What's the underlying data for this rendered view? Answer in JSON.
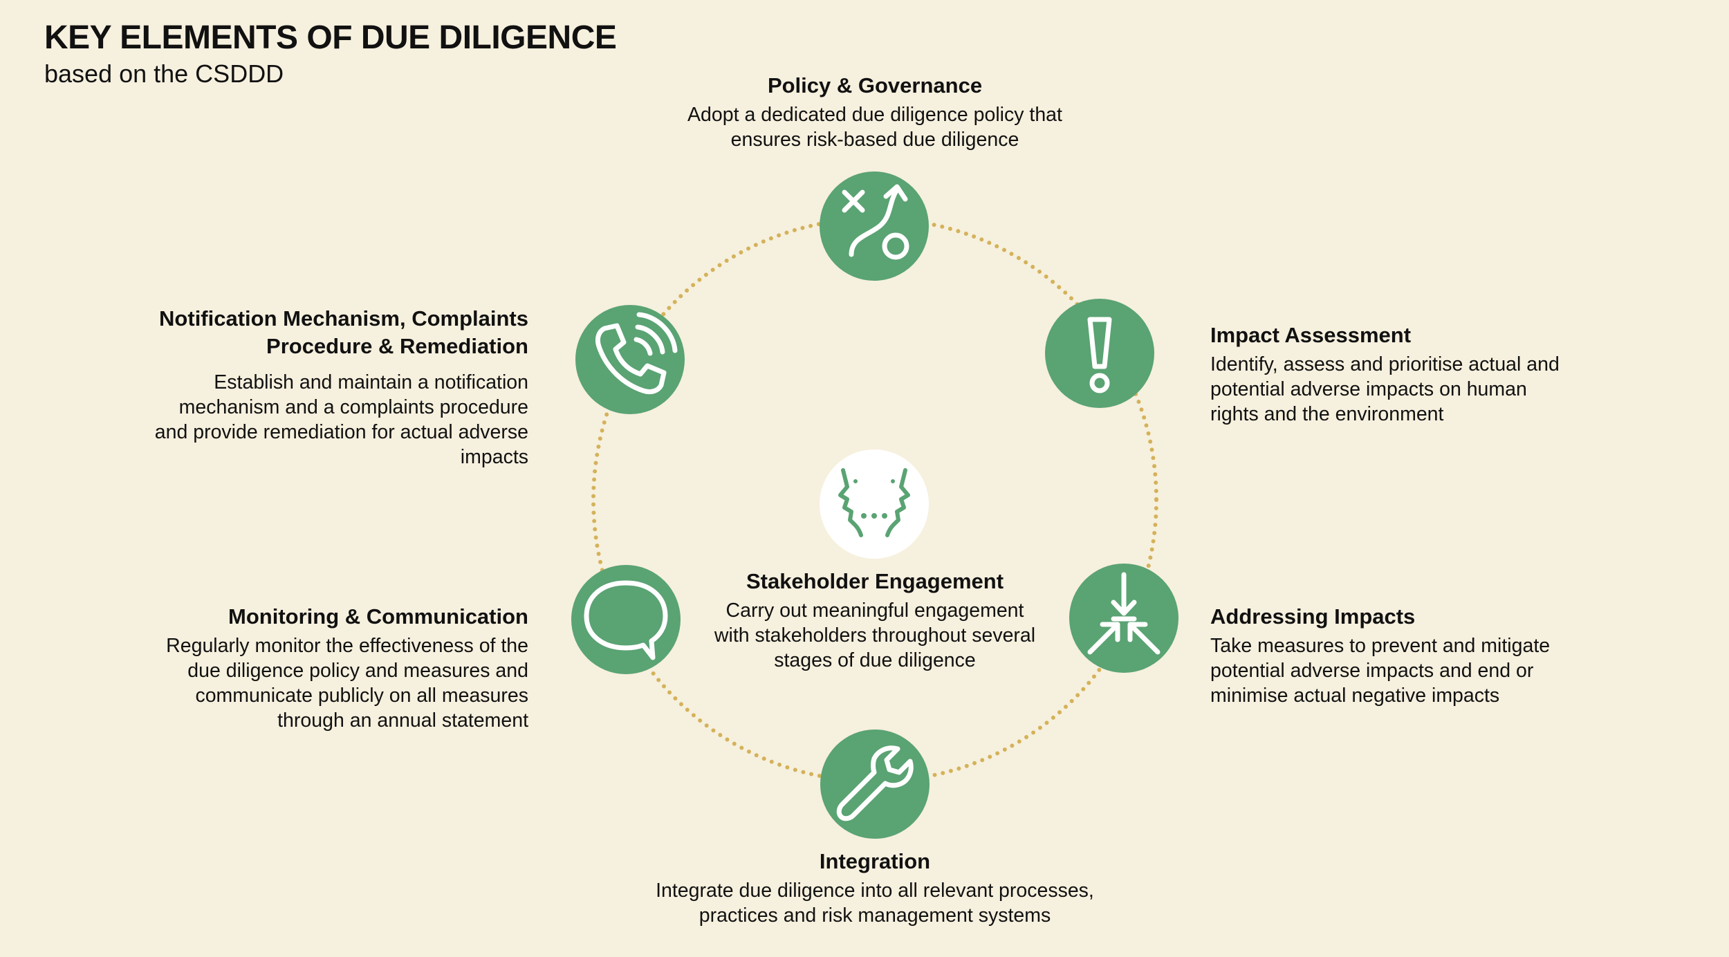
{
  "header": {
    "title": "KEY ELEMENTS OF DUE DILIGENCE",
    "subtitle": "based on the CSDDD"
  },
  "colors": {
    "background": "#f6f0de",
    "node_fill": "#5aa373",
    "center_node_fill": "#ffffff",
    "ring_dots": "#d4b25a"
  },
  "elements": {
    "policy": {
      "title": "Policy & Governance",
      "text": "Adopt a dedicated due diligence policy that ensures risk-based due diligence",
      "icon": "strategy-play-icon"
    },
    "impact": {
      "title": "Impact Assessment",
      "text": "Identify, assess and prioritise actual and potential adverse impacts on human rights and the environment",
      "icon": "exclamation-icon"
    },
    "addressing": {
      "title": "Addressing Impacts",
      "text": "Take measures to prevent and mitigate potential adverse impacts and end or minimise actual negative impacts",
      "icon": "converging-arrows-icon"
    },
    "integration": {
      "title": "Integration",
      "text": "Integrate due diligence into all relevant processes, practices and risk management systems",
      "icon": "wrench-icon"
    },
    "monitoring": {
      "title": "Monitoring & Communication",
      "text": "Regularly monitor the effectiveness of the due diligence policy and measures and communicate publicly on all measures through an annual statement",
      "icon": "speech-bubble-icon"
    },
    "notification": {
      "title": "Notification Mechanism, Complaints Procedure & Remediation",
      "text": "Establish and maintain a notification mechanism and a complaints procedure and provide remediation for actual adverse impacts",
      "icon": "phone-ringing-icon"
    },
    "stakeholder": {
      "title": "Stakeholder Engagement",
      "text": "Carry out meaningful engagement with stakeholders throughout several stages of due diligence",
      "icon": "dialogue-faces-icon"
    }
  }
}
